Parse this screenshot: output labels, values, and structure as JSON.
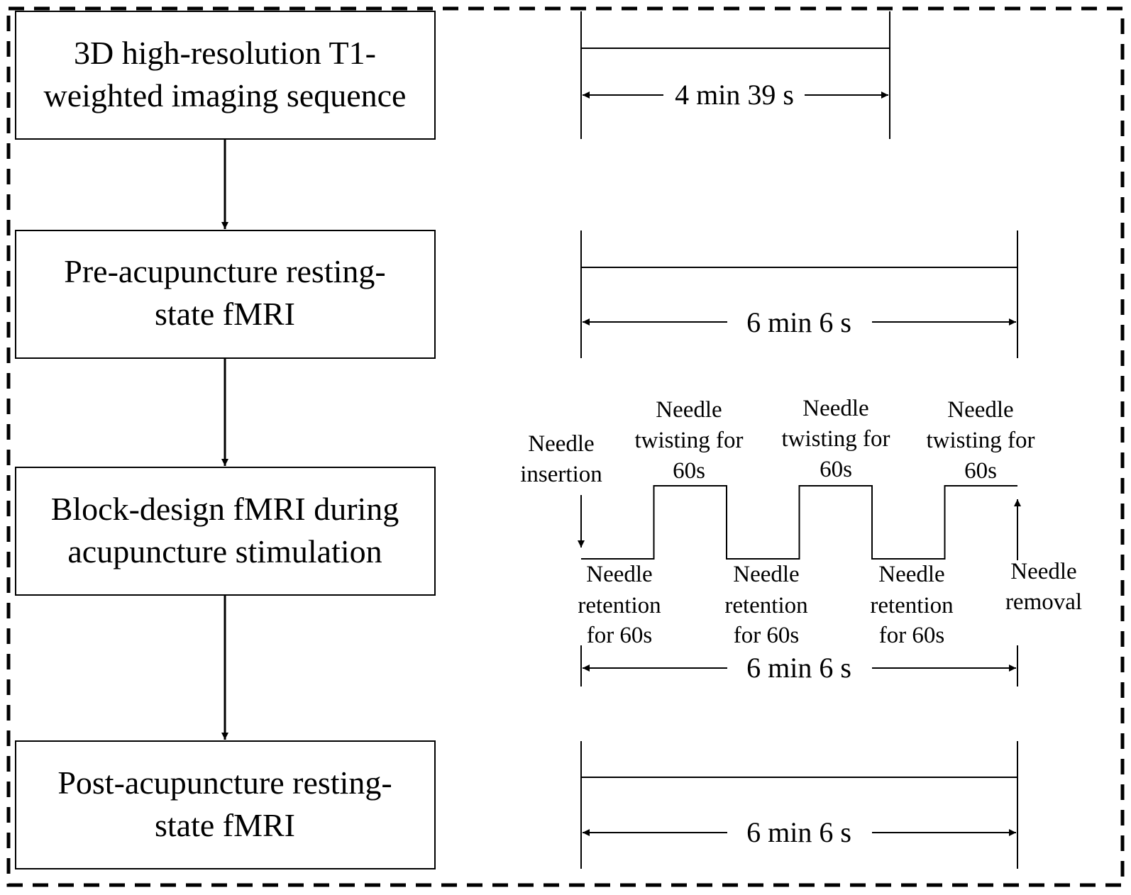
{
  "steps": [
    {
      "lines": [
        "3D high-resolution T1-",
        "weighted imaging sequence"
      ]
    },
    {
      "lines": [
        "Pre-acupuncture resting-",
        "state fMRI"
      ]
    },
    {
      "lines": [
        "Block-design fMRI during",
        "acupuncture stimulation"
      ]
    },
    {
      "lines": [
        "Post-acupuncture resting-",
        "state fMRI"
      ]
    }
  ],
  "durations": {
    "t1": "4 min 39 s",
    "pre": "6 min 6 s",
    "block": "6 min 6 s",
    "post": "6 min 6 s"
  },
  "block_design": {
    "insertion": [
      "Needle",
      "insertion"
    ],
    "removal": [
      "Needle",
      "removal"
    ],
    "twisting": [
      "Needle",
      "twisting for",
      "60s"
    ],
    "retention": [
      "Needle",
      "retention",
      "for 60s"
    ],
    "sequence": [
      "retention",
      "twisting",
      "retention",
      "twisting",
      "retention",
      "twisting"
    ],
    "block_seconds": 60
  }
}
